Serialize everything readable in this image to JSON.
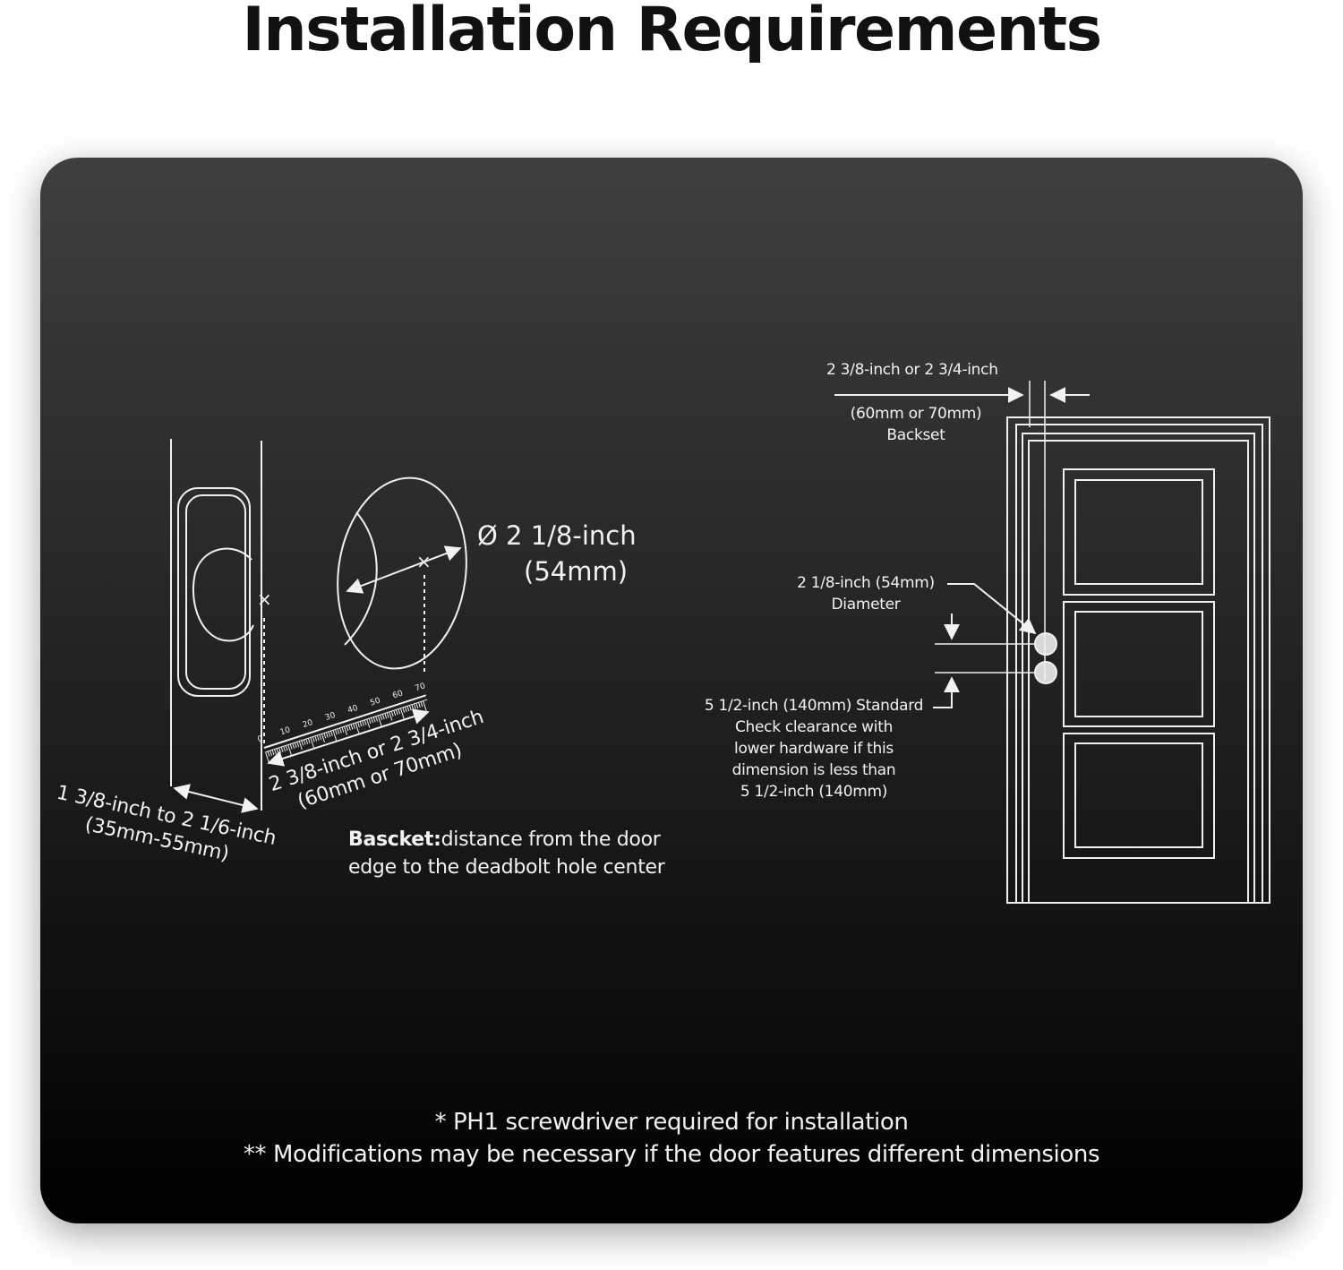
{
  "title": "Installation Requirements",
  "left_diagram": {
    "thickness_line1": "1 3/8-inch to 2 1/6-inch",
    "thickness_line2": "(35mm-55mm)",
    "hole_diameter_line1": "Ø 2 1/8-inch",
    "hole_diameter_line2": "(54mm)",
    "backset_line1": "2 3/8-inch or 2 3/4-inch",
    "backset_line2": "(60mm or 70mm)",
    "ruler_ticks": [
      "0",
      "10",
      "20",
      "30",
      "40",
      "50",
      "60",
      "70"
    ],
    "backset_note_bold": "Bascket:",
    "backset_note_rest": "distance from the door",
    "backset_note_line2": "edge to the deadbolt hole center"
  },
  "right_diagram": {
    "backset_line1": "2 3/8-inch or 2 3/4-inch",
    "backset_line2": "(60mm or 70mm)",
    "backset_line3": "Backset",
    "diameter_line1": "2 1/8-inch (54mm)",
    "diameter_line2": "Diameter",
    "spacing_lines": [
      "5 1/2-inch (140mm) Standard",
      "Check clearance with",
      "lower hardware if this",
      "dimension is less than",
      "5 1/2-inch (140mm)"
    ]
  },
  "footer": {
    "note1": "* PH1 screwdriver required for installation",
    "note2": "** Modifications may be necessary if the door features different dimensions"
  }
}
